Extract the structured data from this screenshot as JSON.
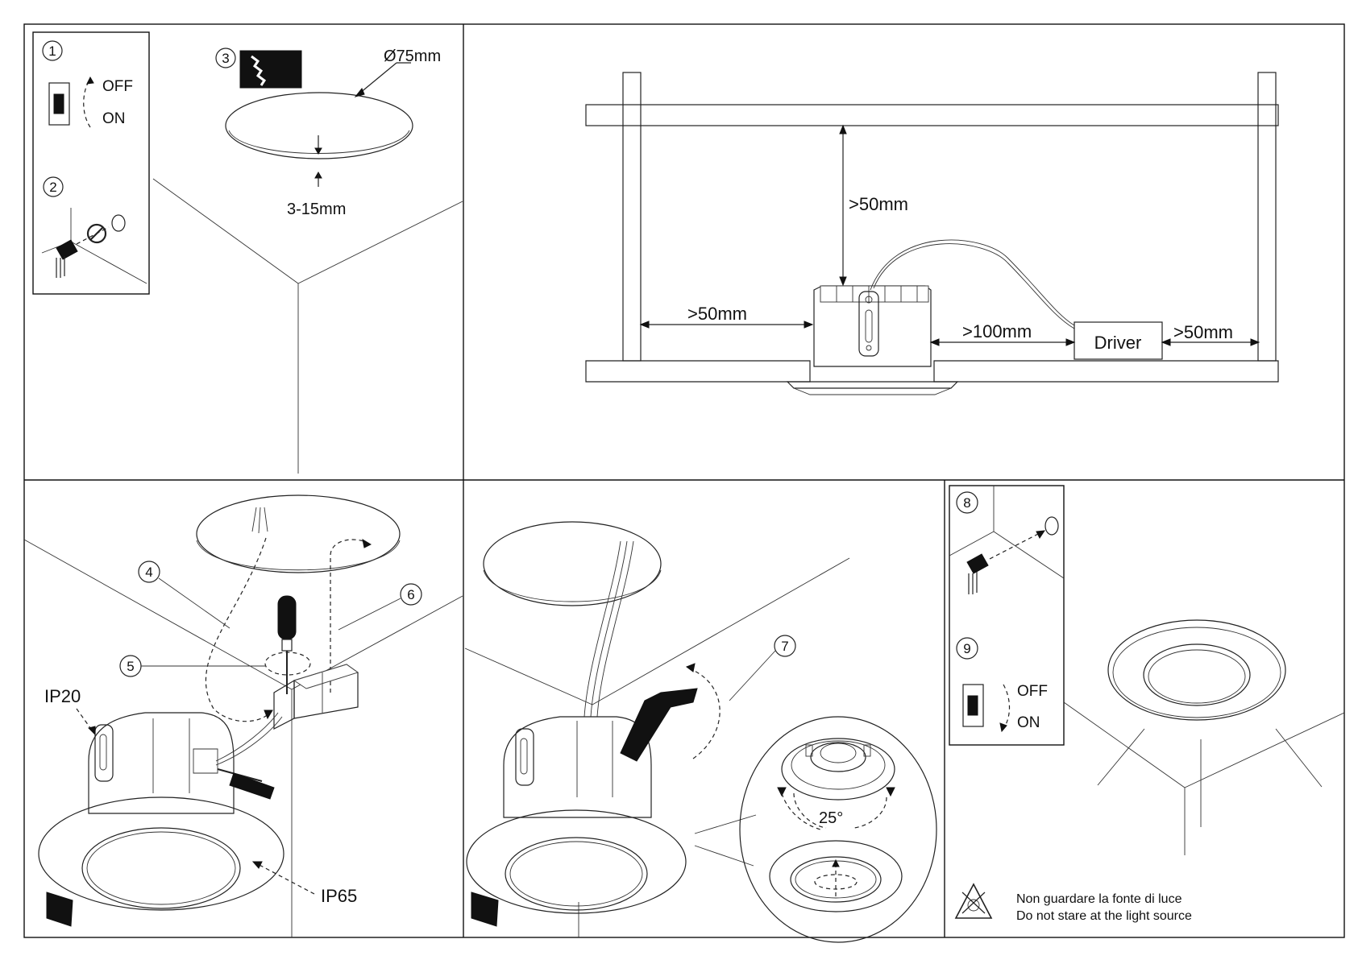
{
  "steps": {
    "s1": "1",
    "s2": "2",
    "s3": "3",
    "s4": "4",
    "s5": "5",
    "s6": "6",
    "s7": "7",
    "s8": "8",
    "s9": "9"
  },
  "switch_top": {
    "off": "OFF",
    "on": "ON"
  },
  "switch_bottom": {
    "off": "OFF",
    "on": "ON"
  },
  "cutout": {
    "diameter": "Ø75mm",
    "thickness": "3-15mm"
  },
  "clearance": {
    "top": ">50mm",
    "left": ">50mm",
    "to_driver": ">100mm",
    "driver_label": "Driver",
    "driver_right": ">50mm"
  },
  "ratings": {
    "ip20": "IP20",
    "ip65": "IP65"
  },
  "tilt": {
    "angle": "25°"
  },
  "warning": {
    "line_it": "Non guardare la fonte di luce",
    "line_en": "Do not stare at the light source"
  }
}
